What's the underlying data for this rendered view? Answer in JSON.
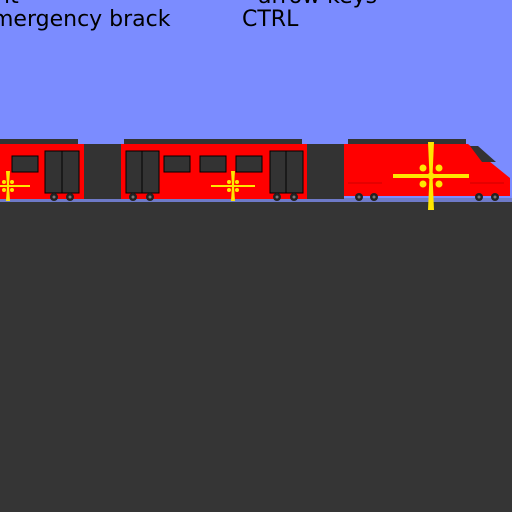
{
  "colors": {
    "sky": "#7B8CFF",
    "ground": "#353535",
    "rail": "#6E7AC8",
    "body": "#FF0000",
    "body_dark": "#CC0000",
    "roof": "#333333",
    "window": "#333333",
    "door": "#333333",
    "connector": "#333333",
    "emblem": "#FFE600",
    "wheel": "#222222",
    "wheel_hub": "#777777"
  },
  "hud": {
    "top_left_partial": "ıt",
    "controls_partial": "arrow keys",
    "emergency_label": "mergency brack",
    "emergency_key": "CTRL"
  },
  "train": {
    "cars": [
      {
        "type": "passenger",
        "label": "rear-car"
      },
      {
        "type": "passenger",
        "label": "middle-car"
      },
      {
        "type": "locomotive",
        "label": "front-car"
      }
    ]
  }
}
